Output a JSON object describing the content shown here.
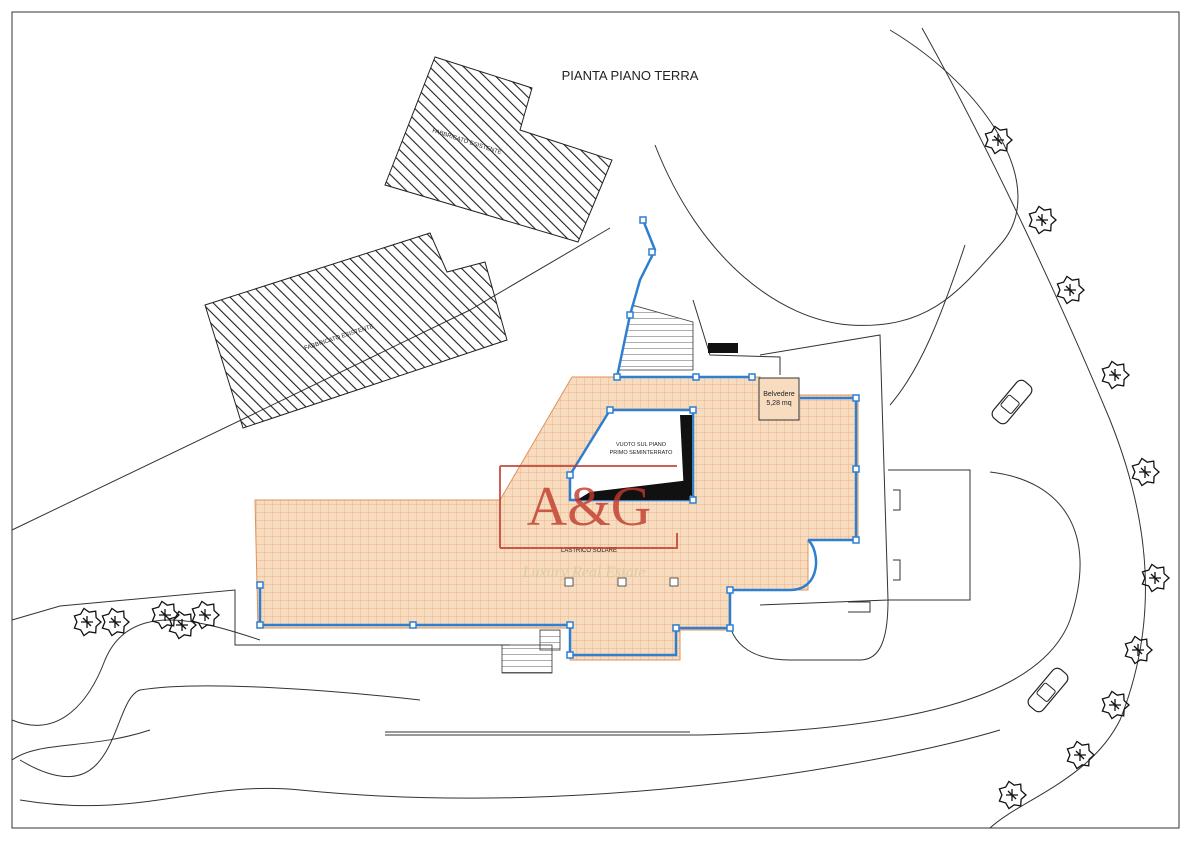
{
  "title": "PIANTA PIANO TERRA",
  "building_labels": {
    "existing_building_1": "FABBRICATO ESISTENTE",
    "existing_building_2": "FABBRICATO ESISTENTE"
  },
  "rooms": {
    "belvedere_name": "Belvedere",
    "belvedere_area": "5,28 mq",
    "void_line1": "VUOTO SUL PIANO",
    "void_line2": "PRIMO SEMINTERRATO",
    "terrace": "LASTRICO SOLARE"
  },
  "watermark": {
    "logo": "A&G",
    "tagline": "Luxury Real Estate"
  },
  "colors": {
    "terrace_fill": "#f5d7b8",
    "terrace_grid": "#e8a070",
    "railing": "#2f7fd0",
    "logo": "#c0392b",
    "tagline": "#d9c7a0",
    "line": "#333333"
  }
}
